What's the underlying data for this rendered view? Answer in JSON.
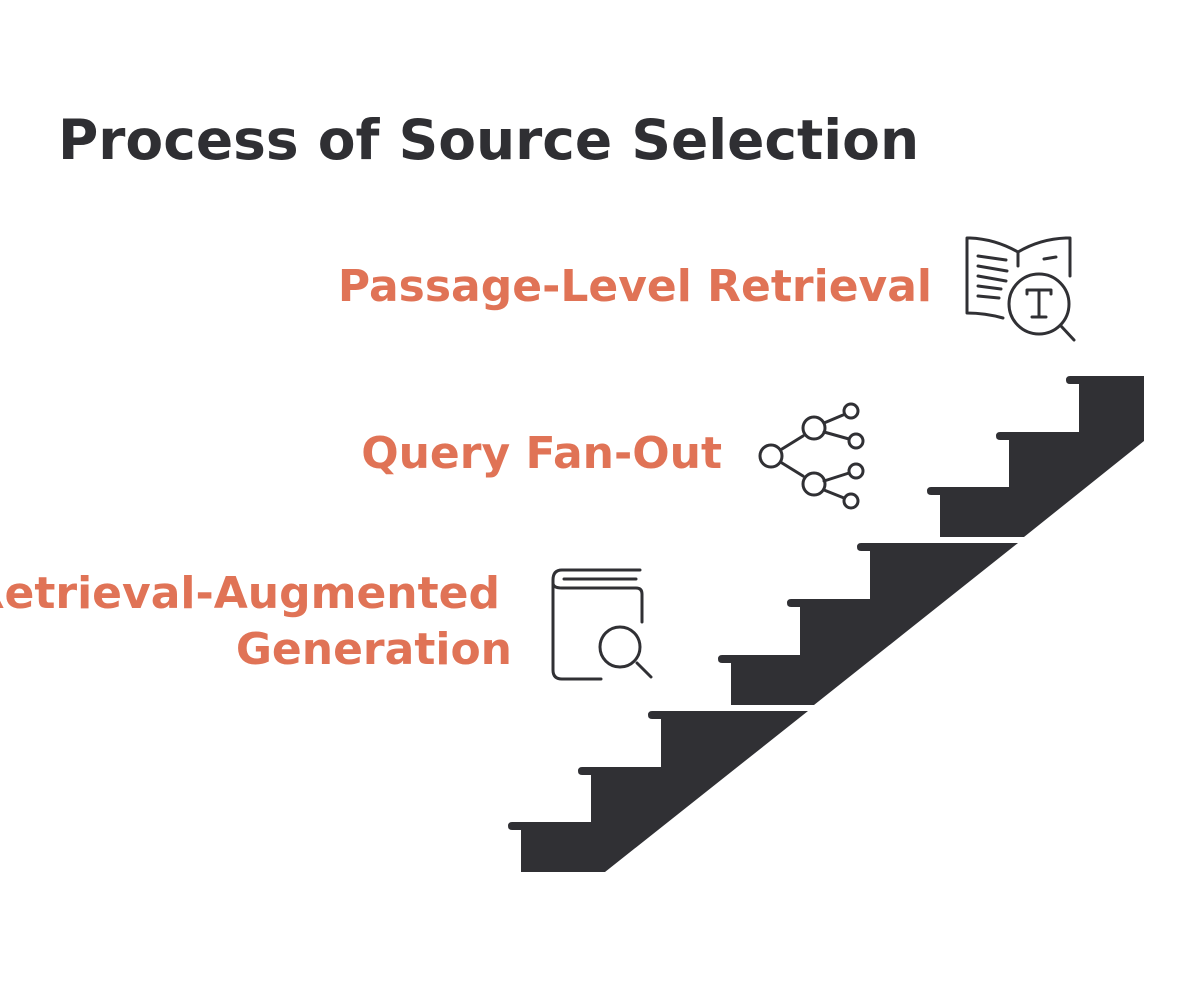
{
  "title": "Process of Source Selection",
  "steps": [
    {
      "label": "Passage-Level Retrieval",
      "icon": "book-search-text-icon"
    },
    {
      "label": "Query Fan-Out",
      "icon": "branching-nodes-icon"
    },
    {
      "label_lines": [
        "Retrieval-Augmented",
        "Generation"
      ],
      "icon": "book-magnifier-icon"
    }
  ],
  "colors": {
    "title": "#2f2f33",
    "label": "#e07356",
    "staircase": "#303034",
    "background": "#ffffff"
  }
}
